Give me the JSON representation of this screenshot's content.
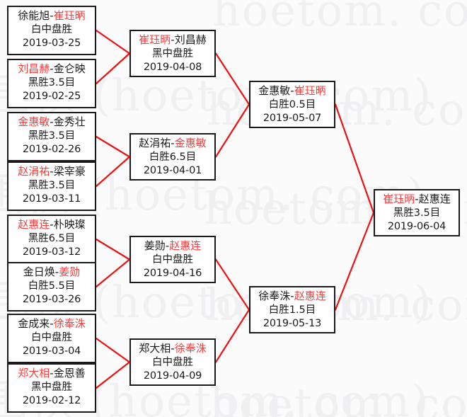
{
  "watermark": {
    "text_cn": "围棋 (hoetom. com)",
    "text_en": "hoetom. com)",
    "color": "#f0f0f2"
  },
  "colors": {
    "winner": "#fa3c3c",
    "loser": "#1a1a1a",
    "connector": "#ee1111",
    "box_border": "#1a1a1a",
    "background": "#fbfbfb"
  },
  "bracket": {
    "rounds": [
      {
        "name": "round-1",
        "matches": [
          {
            "id": "r1m1",
            "left": "徐能旭",
            "right": "崔珏昞",
            "winner": "right",
            "result": "白中盘胜",
            "date": "2019-03-25"
          },
          {
            "id": "r1m2",
            "left": "刘昌赫",
            "right": "金仑映",
            "winner": "left",
            "result": "黑胜3.5目",
            "date": "2019-02-25"
          },
          {
            "id": "r1m3",
            "left": "金惠敏",
            "right": "金秀壮",
            "winner": "left",
            "result": "黑胜3.5目",
            "date": "2019-02-26"
          },
          {
            "id": "r1m4",
            "left": "赵涓祐",
            "right": "梁宰豪",
            "winner": "left",
            "result": "黑胜3.5目",
            "date": "2019-03-11"
          },
          {
            "id": "r1m5",
            "left": "赵惠连",
            "right": "朴映璨",
            "winner": "left",
            "result": "黑胜6.5目",
            "date": "2019-03-12"
          },
          {
            "id": "r1m6",
            "left": "金日焕",
            "right": "姜勋",
            "winner": "right",
            "result": "白胜5.5目",
            "date": "2019-03-26"
          },
          {
            "id": "r1m7",
            "left": "金成来",
            "right": "徐奉洙",
            "winner": "right",
            "result": "白中盘胜",
            "date": "2019-03-04"
          },
          {
            "id": "r1m8",
            "left": "郑大相",
            "right": "金恩善",
            "winner": "left",
            "result": "黑中盘胜",
            "date": "2019-02-12"
          }
        ]
      },
      {
        "name": "round-2",
        "matches": [
          {
            "id": "r2m1",
            "left": "崔珏昞",
            "right": "刘昌赫",
            "winner": "left",
            "result": "黑中盘胜",
            "date": "2019-04-08"
          },
          {
            "id": "r2m2",
            "left": "赵涓祐",
            "right": "金惠敏",
            "winner": "right",
            "result": "白胜6.5目",
            "date": "2019-04-01"
          },
          {
            "id": "r2m3",
            "left": "姜勋",
            "right": "赵惠连",
            "winner": "right",
            "result": "白中盘胜",
            "date": "2019-04-16"
          },
          {
            "id": "r2m4",
            "left": "郑大相",
            "right": "徐奉洙",
            "winner": "right",
            "result": "白中盘胜",
            "date": "2019-04-09"
          }
        ]
      },
      {
        "name": "semifinal",
        "matches": [
          {
            "id": "r3m1",
            "left": "金惠敏",
            "right": "崔珏昞",
            "winner": "right",
            "result": "白胜0.5目",
            "date": "2019-05-07"
          },
          {
            "id": "r3m2",
            "left": "徐奉洙",
            "right": "赵惠连",
            "winner": "right",
            "result": "白胜1.5目",
            "date": "2019-05-13"
          }
        ]
      },
      {
        "name": "final",
        "matches": [
          {
            "id": "r4m1",
            "left": "崔珏昞",
            "right": "赵惠连",
            "winner": "left",
            "result": "黑胜3.5目",
            "date": "2019-06-04"
          }
        ]
      }
    ]
  }
}
